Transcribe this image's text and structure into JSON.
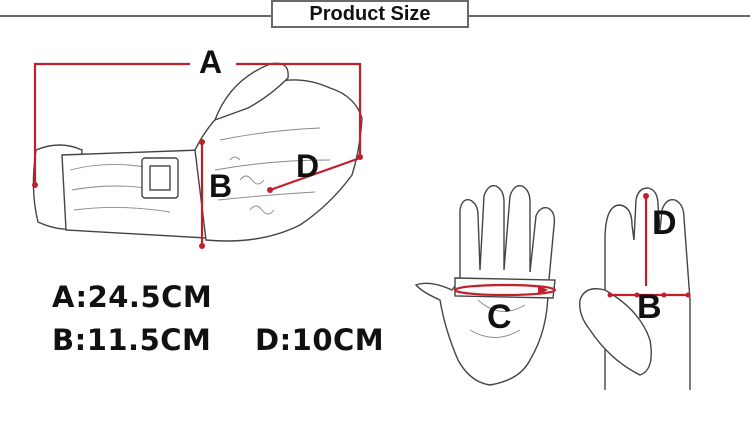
{
  "header": {
    "title": "Product Size"
  },
  "labels": {
    "a": "A",
    "b": "B",
    "c": "C",
    "d": "D",
    "b2": "B",
    "d2": "D"
  },
  "measurements": {
    "a": "A:24.5CM",
    "b": "B:11.5CM",
    "d": "D:10CM"
  },
  "colors": {
    "accent": "#c0202a",
    "outline": "#444444"
  }
}
